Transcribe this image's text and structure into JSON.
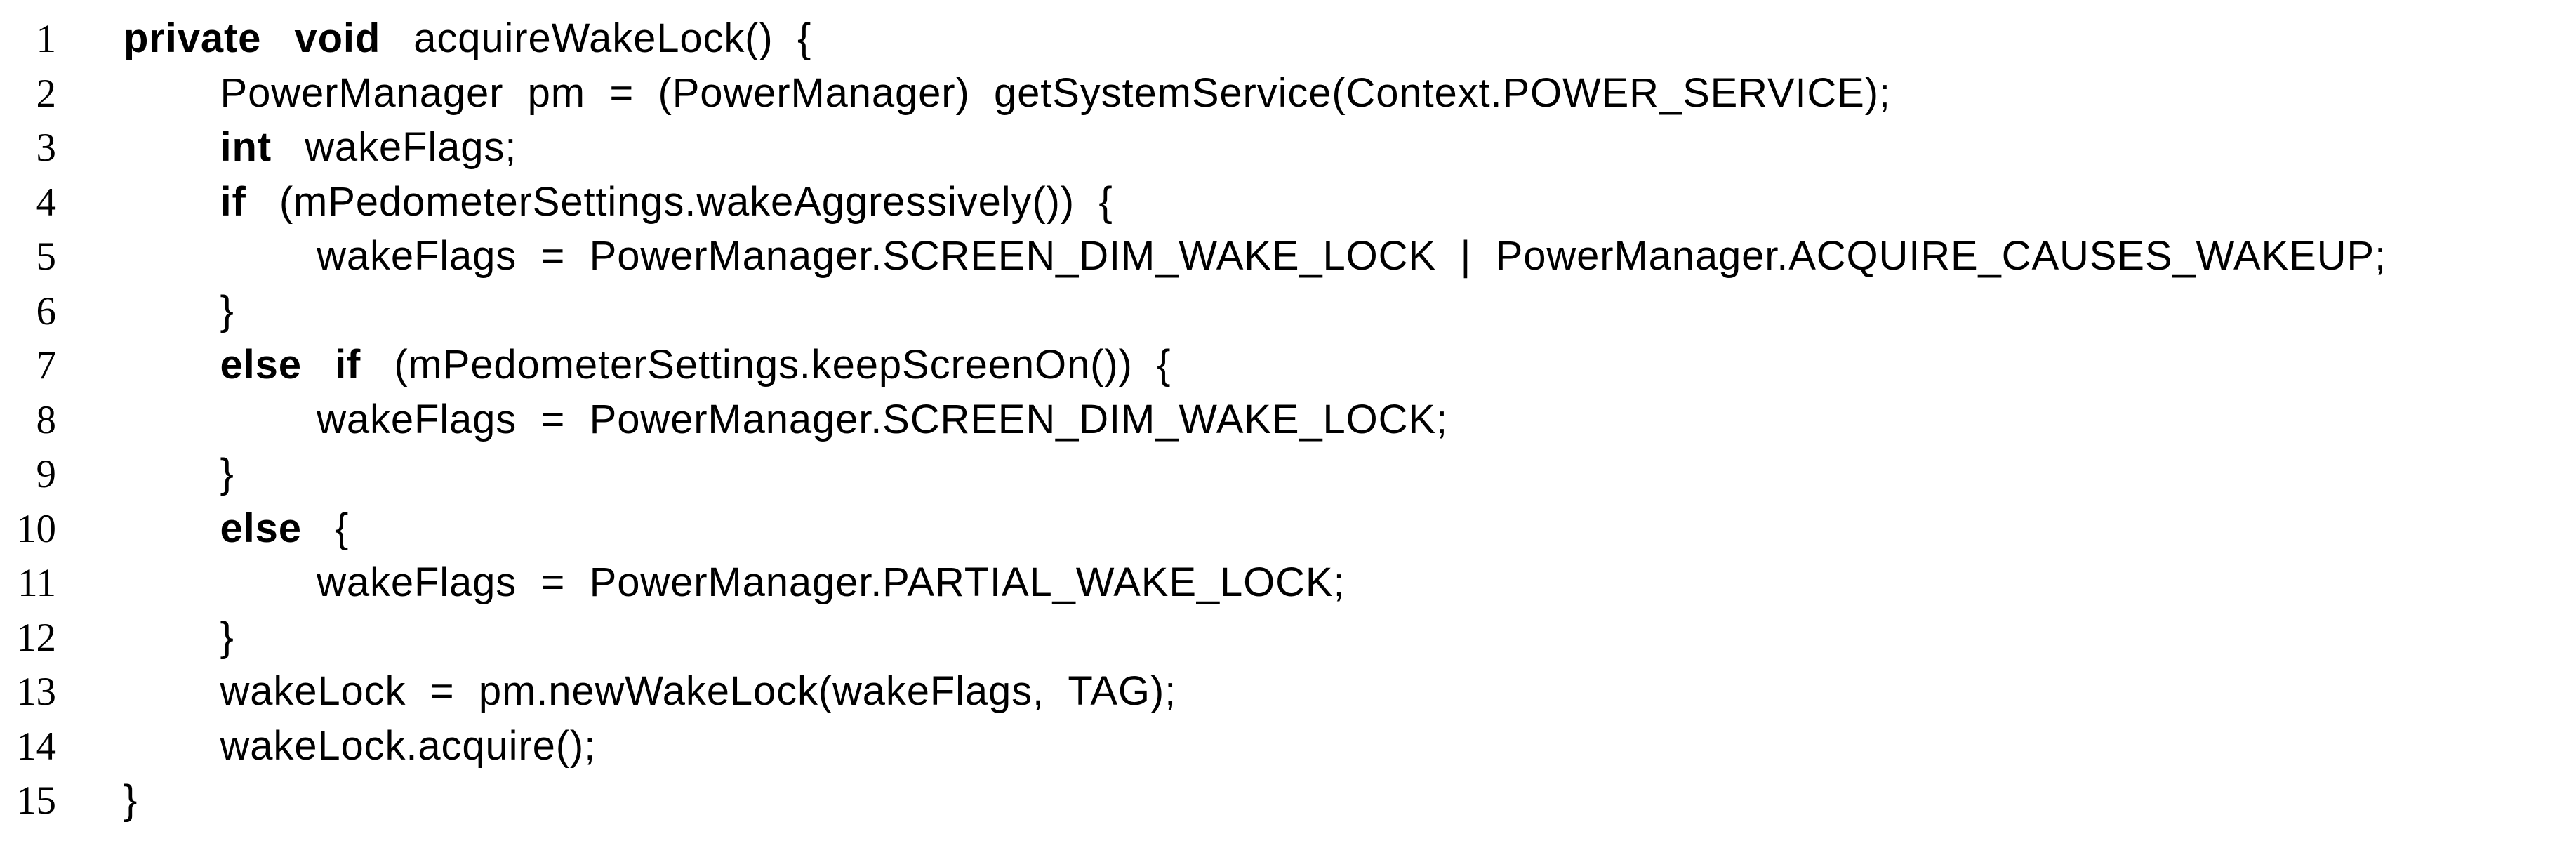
{
  "page": {
    "background_color": "#ffffff",
    "text_color": "#000000"
  },
  "listing": {
    "language": "Java",
    "line_count": 15,
    "lines": [
      {
        "number": "1",
        "indent": 0,
        "tokens": [
          {
            "type": "keyword",
            "text": "private"
          },
          {
            "type": "plain",
            "text": " "
          },
          {
            "type": "keyword",
            "text": "void"
          },
          {
            "type": "plain",
            "text": " acquireWakeLock() {"
          }
        ]
      },
      {
        "number": "2",
        "indent": 4,
        "tokens": [
          {
            "type": "plain",
            "text": "PowerManager pm = (PowerManager) getSystemService(Context.POWER_SERVICE);"
          }
        ]
      },
      {
        "number": "3",
        "indent": 4,
        "tokens": [
          {
            "type": "keyword",
            "text": "int"
          },
          {
            "type": "plain",
            "text": " wakeFlags;"
          }
        ]
      },
      {
        "number": "4",
        "indent": 4,
        "tokens": [
          {
            "type": "keyword",
            "text": "if"
          },
          {
            "type": "plain",
            "text": " (mPedometerSettings.wakeAggressively()) {"
          }
        ]
      },
      {
        "number": "5",
        "indent": 8,
        "tokens": [
          {
            "type": "plain",
            "text": "wakeFlags = PowerManager.SCREEN_DIM_WAKE_LOCK | PowerManager.ACQUIRE_CAUSES_WAKEUP;"
          }
        ]
      },
      {
        "number": "6",
        "indent": 4,
        "tokens": [
          {
            "type": "plain",
            "text": "}"
          }
        ]
      },
      {
        "number": "7",
        "indent": 4,
        "tokens": [
          {
            "type": "keyword",
            "text": "else"
          },
          {
            "type": "plain",
            "text": " "
          },
          {
            "type": "keyword",
            "text": "if"
          },
          {
            "type": "plain",
            "text": " (mPedometerSettings.keepScreenOn()) {"
          }
        ]
      },
      {
        "number": "8",
        "indent": 8,
        "tokens": [
          {
            "type": "plain",
            "text": "wakeFlags = PowerManager.SCREEN_DIM_WAKE_LOCK;"
          }
        ]
      },
      {
        "number": "9",
        "indent": 4,
        "tokens": [
          {
            "type": "plain",
            "text": "}"
          }
        ]
      },
      {
        "number": "10",
        "indent": 4,
        "tokens": [
          {
            "type": "keyword",
            "text": "else"
          },
          {
            "type": "plain",
            "text": " {"
          }
        ]
      },
      {
        "number": "11",
        "indent": 8,
        "tokens": [
          {
            "type": "plain",
            "text": "wakeFlags = PowerManager.PARTIAL_WAKE_LOCK;"
          }
        ]
      },
      {
        "number": "12",
        "indent": 4,
        "tokens": [
          {
            "type": "plain",
            "text": "}"
          }
        ]
      },
      {
        "number": "13",
        "indent": 4,
        "tokens": [
          {
            "type": "plain",
            "text": "wakeLock = pm.newWakeLock(wakeFlags, TAG);"
          }
        ]
      },
      {
        "number": "14",
        "indent": 4,
        "tokens": [
          {
            "type": "plain",
            "text": "wakeLock.acquire();"
          }
        ]
      },
      {
        "number": "15",
        "indent": 0,
        "tokens": [
          {
            "type": "plain",
            "text": "}"
          }
        ]
      }
    ]
  }
}
